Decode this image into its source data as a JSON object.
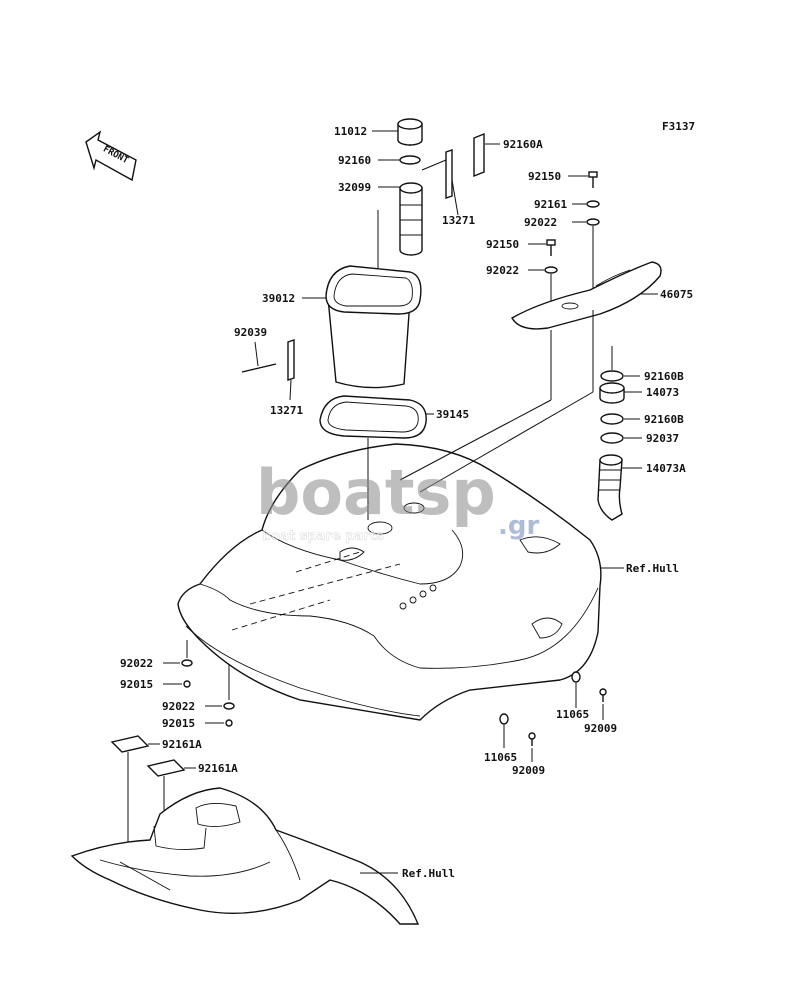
{
  "figure_code": "F3137",
  "front_arrow": "FRONT",
  "watermark": {
    "brand": "boatsp.gr",
    "brand_main": "boatsp",
    "brand_tld": ".gr",
    "tagline": "boat spare parts"
  },
  "ref_labels": {
    "hull_upper": "Ref.Hull",
    "hull_lower": "Ref.Hull"
  },
  "parts": {
    "p11012": "11012",
    "p92160": "92160",
    "p32099": "32099",
    "p13271a": "13271",
    "p92160A": "92160A",
    "p92150a": "92150",
    "p92161": "92161",
    "p92022a": "92022",
    "p92150b": "92150",
    "p92022b": "92022",
    "p46075": "46075",
    "p39012": "39012",
    "p92039": "92039",
    "p13271b": "13271",
    "p39145": "39145",
    "p92160B_1": "92160B",
    "p14073": "14073",
    "p92160B_2": "92160B",
    "p92037": "92037",
    "p14073A": "14073A",
    "p92022c": "92022",
    "p92015a": "92015",
    "p92022d": "92022",
    "p92015b": "92015",
    "p92161A_1": "92161A",
    "p92161A_2": "92161A",
    "p11065a": "11065",
    "p92009a": "92009",
    "p11065b": "11065",
    "p92009b": "92009"
  }
}
